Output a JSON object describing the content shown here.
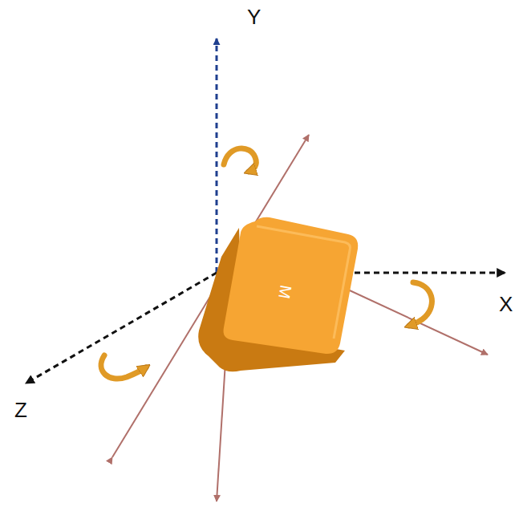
{
  "diagram": {
    "nodes": [
      {
        "text": [
          "M"
        ]
      }
    ],
    "labels": [
      "Y",
      "X",
      "Z"
    ]
  }
}
